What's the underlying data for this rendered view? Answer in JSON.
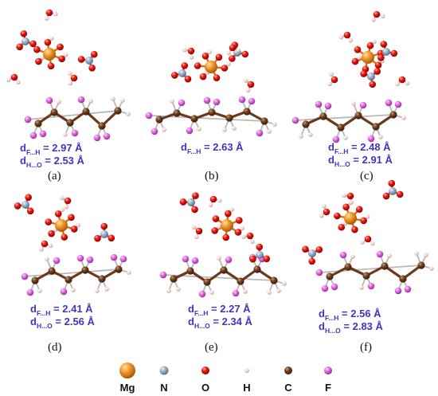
{
  "panels": [
    {
      "label": "(a)",
      "dist": [
        {
          "main": "d",
          "sub": "F...H",
          "value": " = 2.97 Å"
        },
        {
          "main": "d",
          "sub": "H...O",
          "value": " = 2.53 Å"
        }
      ]
    },
    {
      "label": "(b)",
      "dist": [
        {
          "main": "d",
          "sub": "F...H",
          "value": " = 2.63 Å"
        }
      ]
    },
    {
      "label": "(c)",
      "dist": [
        {
          "main": "d",
          "sub": "F...H",
          "value": " = 2.48 Å"
        },
        {
          "main": "d",
          "sub": "H...O",
          "value": " = 2.91 Å"
        }
      ]
    },
    {
      "label": "(d)",
      "dist": [
        {
          "main": "d",
          "sub": "F...H",
          "value": " = 2.41 Å"
        },
        {
          "main": "d",
          "sub": "H...O",
          "value": " = 2.56 Å"
        }
      ]
    },
    {
      "label": "(e)",
      "dist": [
        {
          "main": "d",
          "sub": "F...H",
          "value": " = 2.27 Å"
        },
        {
          "main": "d",
          "sub": "H...O",
          "value": " = 2.34 Å"
        }
      ]
    },
    {
      "label": "(f)",
      "dist": [
        {
          "main": "d",
          "sub": "F...H",
          "value": " = 2.56 Å"
        },
        {
          "main": "d",
          "sub": "H...O",
          "value": " = 2.83 Å"
        }
      ]
    }
  ],
  "legend": [
    {
      "element": "Mg",
      "color": "#e88b1a"
    },
    {
      "element": "N",
      "color": "#8fa3bf"
    },
    {
      "element": "O",
      "color": "#e01010"
    },
    {
      "element": "H",
      "color": "#f2d0d0"
    },
    {
      "element": "C",
      "color": "#6b3a1d"
    },
    {
      "element": "F",
      "color": "#d45fd4"
    }
  ],
  "colors": {
    "distance_text": "#4433c2",
    "cc_bond": "#6b3a1d"
  }
}
